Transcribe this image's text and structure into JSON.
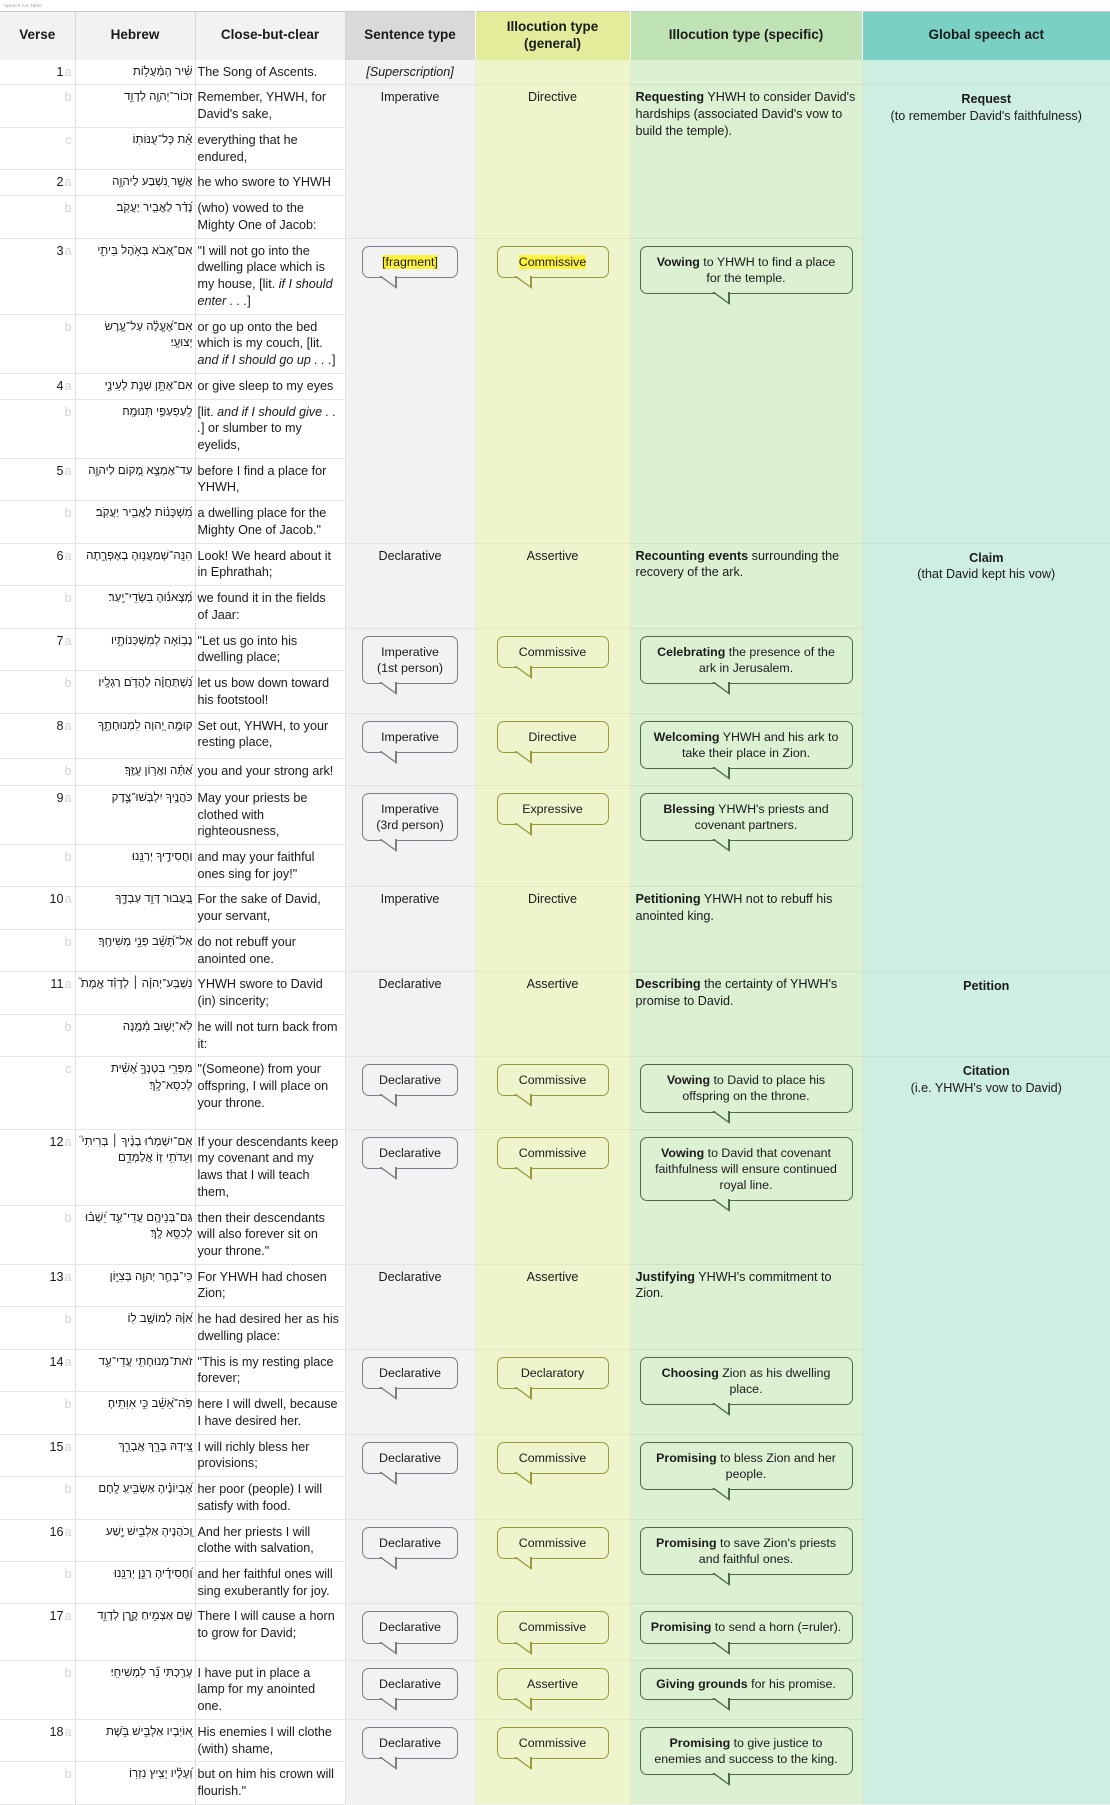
{
  "document": {
    "title": "Speech Act Table"
  },
  "columns": [
    {
      "key": "verse",
      "label": "Verse"
    },
    {
      "key": "hebrew",
      "label": "Hebrew"
    },
    {
      "key": "cbc",
      "label": "Close-but-clear"
    },
    {
      "key": "sentence",
      "label": "Sentence type"
    },
    {
      "key": "general",
      "label": "Illocution type (general)"
    },
    {
      "key": "specific",
      "label": "Illocution type (specific)"
    },
    {
      "key": "global",
      "label": "Global speech act"
    }
  ],
  "colors": {
    "header_plain": "#f2f2f2",
    "header_sentence": "#d9d9d9",
    "header_general": "#e3ec9a",
    "header_specific": "#bfe3b4",
    "header_global": "#7ad0c3",
    "cell_sentence": "#f2f2f2",
    "cell_general": "#eef5cd",
    "cell_specific": "#dcf0d2",
    "cell_global": "#cfeee2",
    "highlight": "#fff23f"
  },
  "rows": [
    {
      "num": "1",
      "let": "a",
      "hebrew": "שִׁ֗יר הַֽמַּ֫עֲל֥וֹת",
      "cbc": "The Song of Ascents."
    },
    {
      "num": "",
      "let": "b",
      "hebrew": "זְכוֹר־יְהוָ֥ה לְדָוִ֑ד",
      "cbc": "Remember, YHWH, for David's sake,"
    },
    {
      "num": "",
      "let": "c",
      "hebrew": "אֵ֗ת כָּל־עֻנּוֹתֽוֹ׃",
      "cbc": "everything that he endured,"
    },
    {
      "num": "2",
      "let": "a",
      "hebrew": "אֲשֶׁ֣ר נִ֭שְׁבַּע לַיהוָ֑ה",
      "cbc": "he who swore to YHWH"
    },
    {
      "num": "",
      "let": "b",
      "hebrew": "נָ֝דַ֗ר לַאֲבִ֥יר יַעֲקֹֽב׃",
      "cbc": "(who) vowed to the Mighty One of Jacob:"
    },
    {
      "num": "3",
      "let": "a",
      "hebrew": "אִם־אָ֭בֹא בְּאֹ֣הֶל בֵּיתִ֑י",
      "cbc_pre": "\"I will not go into the dwelling place which is my house, [lit. ",
      "cbc_italic": "if I should enter . . .",
      "cbc_post": "]"
    },
    {
      "num": "",
      "let": "b",
      "hebrew": "אִם־אֶ֝עֱלֶ֗ה עַל־עֶ֥רֶשׂ יְצוּעָֽי׃",
      "cbc_pre": "or go up onto the bed which is my couch, [lit. ",
      "cbc_italic": "and if I should go up . . .",
      "cbc_post": "]"
    },
    {
      "num": "4",
      "let": "a",
      "hebrew": "אִם־אֶתֵּ֣ן שְׁנַ֣ת לְעֵינָ֑י",
      "cbc": "or give sleep to my eyes"
    },
    {
      "num": "",
      "let": "b",
      "hebrew": "לְֽעַפְעַפַּ֥י תְּנוּמָֽה׃",
      "cbc_pre": "[lit. ",
      "cbc_italic": "and if I should give . . .",
      "cbc_post": "] or slumber to my eyelids,"
    },
    {
      "num": "5",
      "let": "a",
      "hebrew": "עַד־אֶמְצָ֣א מָ֭קוֹם לַיהוָ֑ה",
      "cbc": "before I find a place for YHWH,"
    },
    {
      "num": "",
      "let": "b",
      "hebrew": "מִ֝שְׁכָּנ֗וֹת לַאֲבִ֥יר יַעֲקֹֽב׃",
      "cbc": " a dwelling place for the Mighty One of Jacob.\""
    },
    {
      "num": "6",
      "let": "a",
      "hebrew": "הִנֵּֽה־שְׁמַעֲנ֥וּהָ בְאֶפְרָ֑תָה",
      "cbc": "Look! We heard about it in Ephrathah;"
    },
    {
      "num": "",
      "let": "b",
      "hebrew": "מְ֝צָאנ֗וּהָ בִּשְׂדֵי־יָֽעַר׃",
      "cbc": "we found it in the fields of Jaar:"
    },
    {
      "num": "7",
      "let": "a",
      "hebrew": "נָב֥וֹאָה לְמִשְׁכְּנוֹתָ֑יו",
      "cbc": "\"Let us go into his dwelling place;"
    },
    {
      "num": "",
      "let": "b",
      "hebrew": "נִ֝שְׁתַּחֲוֶ֗ה לַהֲדֹ֥ם רַגְלָֽיו׃",
      "cbc": "let us bow down toward his footstool!"
    },
    {
      "num": "8",
      "let": "a",
      "hebrew": "קוּמָ֣ה יְ֭הוָה לִמְנוּחָתֶ֑ךָ",
      "cbc": "Set out, YHWH, to your resting place,"
    },
    {
      "num": "",
      "let": "b",
      "hebrew": "אַ֝תָּ֗ה וַאֲר֥וֹן עֻזֶּֽךָ׃",
      "cbc": "you and your strong ark!"
    },
    {
      "num": "9",
      "let": "a",
      "hebrew": "כֹּהֲנֶ֥יךָ יִלְבְּשׁוּ־צֶ֑דֶק",
      "cbc": "May your priests be clothed with righteousness,"
    },
    {
      "num": "",
      "let": "b",
      "hebrew": "וַחֲסִידֶ֥יךָ יְרַנֵּֽנוּ׃",
      "cbc": "and may your faithful ones sing for joy!\""
    },
    {
      "num": "10",
      "let": "a",
      "hebrew": "בַּ֭עֲבוּר דָּוִ֣ד עַבְדֶּ֑ךָ",
      "cbc": "For the sake of David, your servant,"
    },
    {
      "num": "",
      "let": "b",
      "hebrew": "אַל־תָּ֝שֵׁ֗ב פְּנֵ֣י מְשִׁיחֶֽךָ׃",
      "cbc": "do not rebuff your anointed one."
    },
    {
      "num": "11",
      "let": "a",
      "hebrew": "נִשְׁבַּֽע־יְהוָ֨ה ׀ לְדָוִ֡ד אֱמֶת֮",
      "cbc": "YHWH swore to David (in) sincerity;"
    },
    {
      "num": "",
      "let": "b",
      "hebrew": "לֹֽא־יָשׁ֪וּב מִ֫מֶּ֥נָּה",
      "cbc": "he will not turn back from it:"
    },
    {
      "num": "",
      "let": "c",
      "hebrew": "מִפְּרִ֥י בִטְנְךָ֑ אָ֝שִׁ֗ית לְכִסֵּא־לָֽךְ׃",
      "cbc": "\"(Someone) from your offspring, I will place on your throne."
    },
    {
      "num": "12",
      "let": "a",
      "hebrew": "אִֽם־יִשְׁמְר֬וּ בָנֶ֨יךָ ׀ בְּרִיתִי֮ וְעֵדֹתִ֥י ז֥וֹ אֲלַמְּדֵ֑ם",
      "cbc": "If your descendants keep my covenant and my laws that I will teach them,"
    },
    {
      "num": "",
      "let": "b",
      "hebrew": "גַּם־בְּנֵיהֶ֥ם עֲדֵי־עַ֑ד יֵ֝שְׁב֗וּ לְכִסֵּ֥א לָֽךְ׃",
      "cbc": "then their descendants will also forever sit on your throne.\""
    },
    {
      "num": "13",
      "let": "a",
      "hebrew": "כִּֽי־בָחַ֣ר יְהוָ֣ה בְּצִיּ֑וֹן",
      "cbc": "For YHWH had chosen Zion;"
    },
    {
      "num": "",
      "let": "b",
      "hebrew": "אִ֝וָּ֗הּ לְמוֹשָׁ֥ב לֽוֹ׃",
      "cbc": "he had desired her as his dwelling place:"
    },
    {
      "num": "14",
      "let": "a",
      "hebrew": "זֹאת־מְנוּחָתִ֥י עֲדֵי־עַ֑ד",
      "cbc": "\"This is my resting place forever;"
    },
    {
      "num": "",
      "let": "b",
      "hebrew": "פֹּֽה־אֵ֝שֵׁ֗ב כִּ֣י אִוִּתִֽיהָ׃",
      "cbc": "here I will dwell, because I have desired her."
    },
    {
      "num": "15",
      "let": "a",
      "hebrew": "צֵ֭ידָהּ בָּרֵ֣ךְ אֲבָרֵ֑ךְ",
      "cbc": "I will richly bless her provisions;"
    },
    {
      "num": "",
      "let": "b",
      "hebrew": "אֶ֝בְיוֹנֶ֗יהָ אַשְׂבִּ֥יעַֽ לָֽחֶם׃",
      "cbc": "her poor (people) I will satisfy with food."
    },
    {
      "num": "16",
      "let": "a",
      "hebrew": "וְ֭כֹהֲנֶיהָ אַלְבִּ֣ישׁ יֶ֑שַׁע",
      "cbc": "And her priests I will clothe with salvation,"
    },
    {
      "num": "",
      "let": "b",
      "hebrew": "וַ֝חֲסִידֶ֗יהָ רַנֵּ֥ן יְרַנֵּֽנוּ׃",
      "cbc": "and her faithful ones will sing exuberantly for joy."
    },
    {
      "num": "17",
      "let": "a",
      "hebrew": "שָׁ֤ם אַצְמִ֣יחַ קֶ֣רֶן לְדָוִ֑ד",
      "cbc": "There I will cause a horn to grow for David;"
    },
    {
      "num": "",
      "let": "b",
      "hebrew": "עָרַ֥כְתִּי נֵ֝֗ר לִמְשִׁיחִֽי׃",
      "cbc": "I have put in place a lamp for my anointed one."
    },
    {
      "num": "18",
      "let": "a",
      "hebrew": "א֭וֹיְבָיו אַלְבִּ֣ישׁ בֹּ֑שֶׁת",
      "cbc": "His enemies I will clothe (with) shame,"
    },
    {
      "num": "",
      "let": "b",
      "hebrew": "וְ֝עָלָ֗יו יָצִ֥יץ נִזְרֽוֹ׃",
      "cbc": "but on him his crown will flourish.\""
    }
  ],
  "sentence_cells": [
    {
      "rowspan": 1,
      "text": "[Superscription]",
      "style": "italic"
    },
    {
      "rowspan": 4,
      "text": "Imperative"
    },
    {
      "rowspan": 6,
      "bubble": true,
      "text": "[fragment]",
      "highlight": true
    },
    {
      "rowspan": 2,
      "text": "Declarative"
    },
    {
      "rowspan": 2,
      "bubble": true,
      "text": "Imperative (1st person)"
    },
    {
      "rowspan": 2,
      "bubble": true,
      "text": "Imperative"
    },
    {
      "rowspan": 2,
      "bubble": true,
      "text": "Imperative (3rd person)"
    },
    {
      "rowspan": 2,
      "text": "Imperative"
    },
    {
      "rowspan": 2,
      "text": "Declarative"
    },
    {
      "rowspan": 1,
      "bubble": true,
      "text": "Declarative"
    },
    {
      "rowspan": 2,
      "bubble": true,
      "text": "Declarative"
    },
    {
      "rowspan": 2,
      "text": "Declarative"
    },
    {
      "rowspan": 2,
      "bubble": true,
      "text": "Declarative"
    },
    {
      "rowspan": 2,
      "bubble": true,
      "text": "Declarative"
    },
    {
      "rowspan": 2,
      "bubble": true,
      "text": "Declarative"
    },
    {
      "rowspan": 1,
      "bubble": true,
      "text": "Declarative"
    },
    {
      "rowspan": 1,
      "bubble": true,
      "text": "Declarative"
    },
    {
      "rowspan": 2,
      "bubble": true,
      "text": "Declarative"
    }
  ],
  "general_cells": [
    {
      "rowspan": 1,
      "text": ""
    },
    {
      "rowspan": 4,
      "text": "Directive"
    },
    {
      "rowspan": 6,
      "bubble": true,
      "text": "Commissive",
      "highlight": true
    },
    {
      "rowspan": 2,
      "text": "Assertive"
    },
    {
      "rowspan": 2,
      "bubble": true,
      "text": "Commissive"
    },
    {
      "rowspan": 2,
      "bubble": true,
      "text": "Directive"
    },
    {
      "rowspan": 2,
      "bubble": true,
      "text": "Expressive"
    },
    {
      "rowspan": 2,
      "text": "Directive"
    },
    {
      "rowspan": 2,
      "text": "Assertive"
    },
    {
      "rowspan": 1,
      "bubble": true,
      "text": "Commissive"
    },
    {
      "rowspan": 2,
      "bubble": true,
      "text": "Commissive"
    },
    {
      "rowspan": 2,
      "text": "Assertive"
    },
    {
      "rowspan": 2,
      "bubble": true,
      "text": "Declaratory"
    },
    {
      "rowspan": 2,
      "bubble": true,
      "text": "Commissive"
    },
    {
      "rowspan": 2,
      "bubble": true,
      "text": "Commissive"
    },
    {
      "rowspan": 1,
      "bubble": true,
      "text": "Commissive"
    },
    {
      "rowspan": 1,
      "bubble": true,
      "text": "Assertive"
    },
    {
      "rowspan": 2,
      "bubble": true,
      "text": "Commissive"
    }
  ],
  "specific_cells": [
    {
      "rowspan": 1,
      "strong": "",
      "rest": ""
    },
    {
      "rowspan": 4,
      "strong": "Requesting",
      "rest": " YHWH to consider David's hardships (associated David's vow to build the temple)."
    },
    {
      "rowspan": 6,
      "bubble": true,
      "strong": "Vowing",
      "rest": " to YHWH to find a place for the temple."
    },
    {
      "rowspan": 2,
      "strong": "Recounting events",
      "rest": " surrounding the recovery of the ark."
    },
    {
      "rowspan": 2,
      "bubble": true,
      "strong": "Celebrating",
      "rest": " the presence of the ark in Jerusalem."
    },
    {
      "rowspan": 2,
      "bubble": true,
      "strong": "Welcoming",
      "rest": " YHWH and his ark to take their place in Zion."
    },
    {
      "rowspan": 2,
      "bubble": true,
      "strong": "Blessing",
      "rest": " YHWH's priests and covenant partners."
    },
    {
      "rowspan": 2,
      "strong": "Petitioning",
      "rest": " YHWH not to rebuff his anointed king."
    },
    {
      "rowspan": 2,
      "strong": "Describing",
      "rest": " the certainty of YHWH's promise to David."
    },
    {
      "rowspan": 1,
      "bubble": true,
      "strong": "Vowing",
      "rest": " to David to place his offspring on the throne."
    },
    {
      "rowspan": 2,
      "bubble": true,
      "strong": "Vowing",
      "rest": " to David that covenant faithfulness will ensure continued royal line."
    },
    {
      "rowspan": 2,
      "strong": "Justifying",
      "rest": " YHWH's commitment to Zion."
    },
    {
      "rowspan": 2,
      "bubble": true,
      "strong": "Choosing",
      "rest": " Zion as his dwelling place."
    },
    {
      "rowspan": 2,
      "bubble": true,
      "strong": "Promising",
      "rest": " to bless Zion and her people."
    },
    {
      "rowspan": 2,
      "bubble": true,
      "strong": "Promising",
      "rest": " to save Zion's priests and faithful ones."
    },
    {
      "rowspan": 1,
      "bubble": true,
      "strong": "Promising",
      "rest": " to send a horn (=ruler)."
    },
    {
      "rowspan": 1,
      "bubble": true,
      "strong": "Giving grounds",
      "rest": " for his promise."
    },
    {
      "rowspan": 2,
      "bubble": true,
      "strong": "Promising",
      "rest": " to give justice to enemies and success to the king."
    }
  ],
  "global_cells": [
    {
      "rowspan": 1,
      "title": "",
      "sub": ""
    },
    {
      "rowspan": 10,
      "title": "Request",
      "sub": "(to remember David's faithfulness)"
    },
    {
      "rowspan": 10,
      "title": "Claim",
      "sub": "(that David kept his vow)"
    },
    {
      "rowspan": 2,
      "title": "Petition",
      "sub": ""
    },
    {
      "rowspan": 15,
      "title": "Citation",
      "sub": "(i.e. YHWH's vow to David)"
    }
  ]
}
